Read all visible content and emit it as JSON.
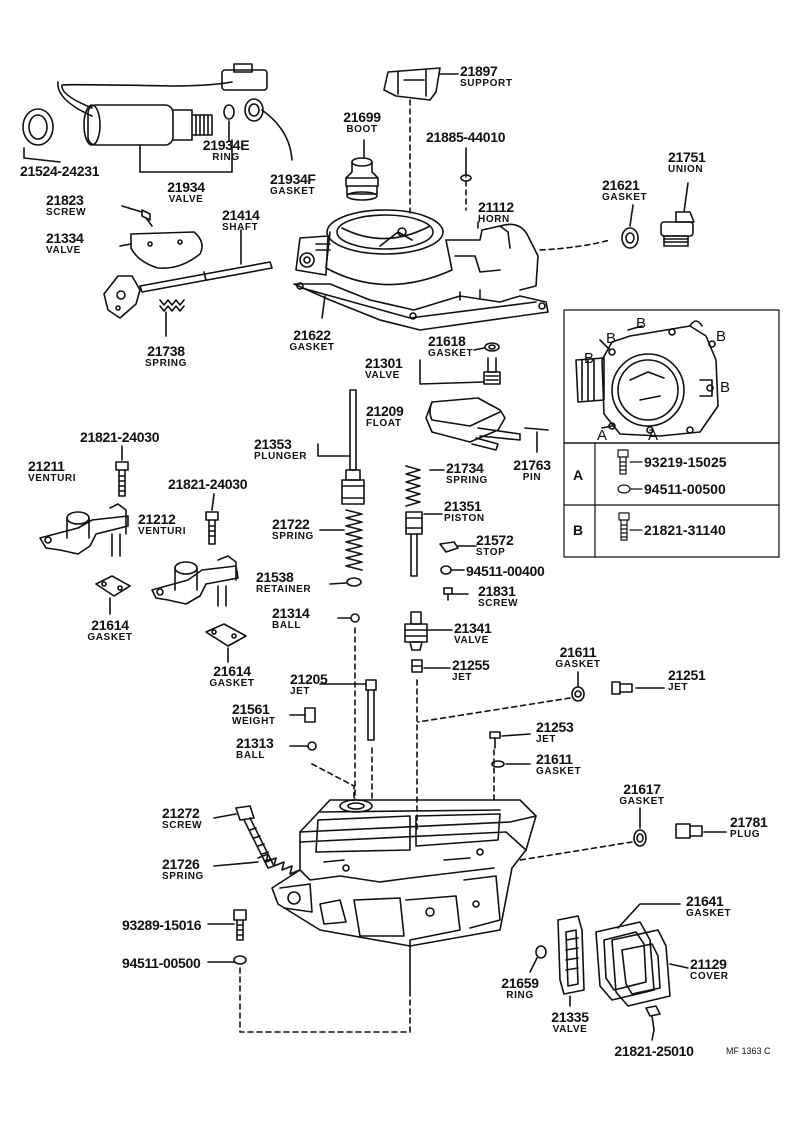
{
  "labels": {
    "p21897": {
      "num": "21897",
      "name": "SUPPORT"
    },
    "p21699": {
      "num": "21699",
      "name": "BOOT"
    },
    "p21885": {
      "num": "21885-44010",
      "name": ""
    },
    "p21524": {
      "num": "21524-24231",
      "name": ""
    },
    "p21934e": {
      "num": "21934E",
      "name": "RING"
    },
    "p21934": {
      "num": "21934",
      "name": "VALVE"
    },
    "p21934f": {
      "num": "21934F",
      "name": "GASKET"
    },
    "p21751": {
      "num": "21751",
      "name": "UNION"
    },
    "p21621": {
      "num": "21621",
      "name": "GASKET"
    },
    "p21112": {
      "num": "21112",
      "name": "HORN"
    },
    "p21823": {
      "num": "21823",
      "name": "SCREW"
    },
    "p21414": {
      "num": "21414",
      "name": "SHAFT"
    },
    "p21334": {
      "num": "21334",
      "name": "VALVE"
    },
    "p21738": {
      "num": "21738",
      "name": "SPRING"
    },
    "p21622": {
      "num": "21622",
      "name": "GASKET"
    },
    "p21618": {
      "num": "21618",
      "name": "GASKET"
    },
    "p21301": {
      "num": "21301",
      "name": "VALVE"
    },
    "p21209": {
      "num": "21209",
      "name": "FLOAT"
    },
    "p21763": {
      "num": "21763",
      "name": "PIN"
    },
    "p21353": {
      "num": "21353",
      "name": "PLUNGER"
    },
    "p21821a": {
      "num": "21821-24030",
      "name": ""
    },
    "p21211": {
      "num": "21211",
      "name": "VENTURI"
    },
    "p21821b": {
      "num": "21821-24030",
      "name": ""
    },
    "p21212": {
      "num": "21212",
      "name": "VENTURI"
    },
    "p21734": {
      "num": "21734",
      "name": "SPRING"
    },
    "p21351": {
      "num": "21351",
      "name": "PISTON"
    },
    "p21722": {
      "num": "21722",
      "name": "SPRING"
    },
    "p21572": {
      "num": "21572",
      "name": "STOP"
    },
    "p94511a": {
      "num": "94511-00400",
      "name": ""
    },
    "p21538": {
      "num": "21538",
      "name": "RETAINER"
    },
    "p21831": {
      "num": "21831",
      "name": "SCREW"
    },
    "p21614a": {
      "num": "21614",
      "name": "GASKET"
    },
    "p21314": {
      "num": "21314",
      "name": "BALL"
    },
    "p21341": {
      "num": "21341",
      "name": "VALVE"
    },
    "p21614b": {
      "num": "21614",
      "name": "GASKET"
    },
    "p21611a": {
      "num": "21611",
      "name": "GASKET"
    },
    "p21251": {
      "num": "21251",
      "name": "JET"
    },
    "p21205": {
      "num": "21205",
      "name": "JET"
    },
    "p21255": {
      "num": "21255",
      "name": "JET"
    },
    "p21561": {
      "num": "21561",
      "name": "WEIGHT"
    },
    "p21253": {
      "num": "21253",
      "name": "JET"
    },
    "p21313": {
      "num": "21313",
      "name": "BALL"
    },
    "p21611b": {
      "num": "21611",
      "name": "GASKET"
    },
    "p21617": {
      "num": "21617",
      "name": "GASKET"
    },
    "p21272": {
      "num": "21272",
      "name": "SCREW"
    },
    "p21781": {
      "num": "21781",
      "name": "PLUG"
    },
    "p21726": {
      "num": "21726",
      "name": "SPRING"
    },
    "p93289": {
      "num": "93289-15016",
      "name": ""
    },
    "p21641": {
      "num": "21641",
      "name": "GASKET"
    },
    "p21129": {
      "num": "21129",
      "name": "COVER"
    },
    "p94511b": {
      "num": "94511-00500",
      "name": ""
    },
    "p21659": {
      "num": "21659",
      "name": "RING"
    },
    "p21335": {
      "num": "21335",
      "name": "VALVE"
    },
    "p21821c": {
      "num": "21821-25010",
      "name": ""
    }
  },
  "inset": {
    "letters": [
      "B",
      "B",
      "B",
      "B",
      "B",
      "A",
      "A"
    ]
  },
  "table": {
    "rowA": {
      "key": "A",
      "part1": "93219-15025",
      "part2": "94511-00500"
    },
    "rowB": {
      "key": "B",
      "part1": "21821-31140"
    }
  },
  "figure_code": "MF 1363 C"
}
